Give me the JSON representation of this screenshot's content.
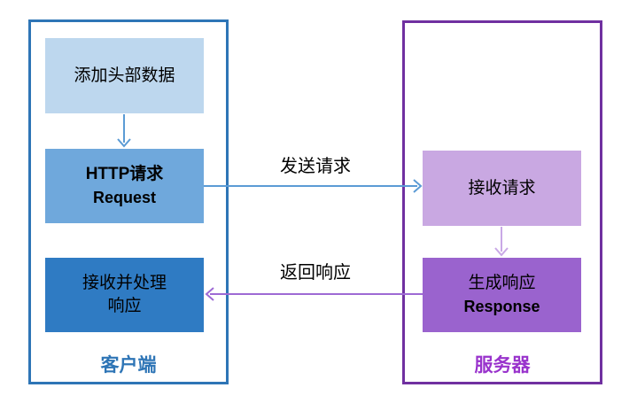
{
  "diagram": {
    "title_semantic": "HTTP request-response flow",
    "client": {
      "label": "客户端",
      "boxes": [
        {
          "name": "add-header-data",
          "lines": [
            "添加头部数据"
          ]
        },
        {
          "name": "http-request",
          "lines": [
            "HTTP请求",
            "Request"
          ]
        },
        {
          "name": "receive-and-process-response",
          "lines": [
            "接收并处理",
            "响应"
          ]
        }
      ]
    },
    "server": {
      "label": "服务器",
      "boxes": [
        {
          "name": "receive-request",
          "lines": [
            "接收请求"
          ]
        },
        {
          "name": "generate-response",
          "lines": [
            "生成响应",
            "Response"
          ]
        }
      ]
    },
    "arrows": {
      "send_label": "发送请求",
      "return_label": "返回响应"
    },
    "colors": {
      "client_border": "#2E75B6",
      "server_border": "#7030A0",
      "box_light_blue": "#BDD7EE",
      "box_mid_blue": "#6FA8DC",
      "box_dark_blue": "#2F7BC3",
      "box_light_purple": "#C9A8E2",
      "box_mid_purple": "#9A63CE",
      "client_label_text": "#2E75B6",
      "server_label_text": "#9933CC",
      "arrow_blue": "#5B9BD5",
      "arrow_purple": "#9E6AD4",
      "arrow_light_purple": "#C9A8E6"
    }
  }
}
